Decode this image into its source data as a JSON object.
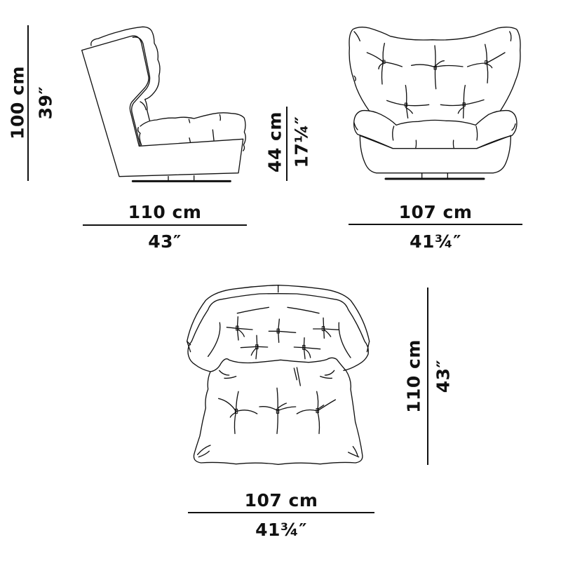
{
  "drawing": {
    "subject": "Wing armchair with tufted cushions on swivel base",
    "line_color": "#111111",
    "background": "#ffffff"
  },
  "views": {
    "side": {
      "label": "side-view",
      "height": {
        "metric": "100 cm",
        "imperial": "39″"
      },
      "seat_height": {
        "metric": "44 cm",
        "imperial": "17¼″"
      },
      "depth": {
        "metric": "110 cm",
        "imperial": "43″"
      }
    },
    "front": {
      "label": "front-view",
      "width": {
        "metric": "107 cm",
        "imperial": "41¾″"
      }
    },
    "top": {
      "label": "top-view",
      "width": {
        "metric": "107 cm",
        "imperial": "41¾″"
      },
      "depth": {
        "metric": "110 cm",
        "imperial": "43″"
      }
    }
  }
}
